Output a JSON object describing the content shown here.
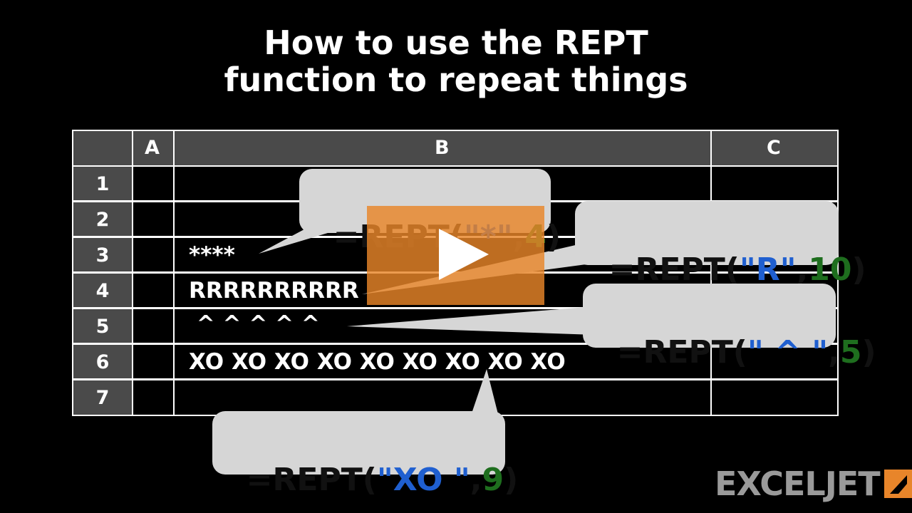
{
  "title": {
    "line1": "How to use the REPT",
    "line2": "function to repeat things"
  },
  "sheet": {
    "columns": [
      "A",
      "B",
      "C"
    ],
    "rows": [
      "1",
      "2",
      "3",
      "4",
      "5",
      "6",
      "7"
    ],
    "cells_b": {
      "r3": "****",
      "r4": "RRRRRRRRRR",
      "r5": " ^ ^ ^ ^ ^",
      "r6": "XO XO XO XO XO XO XO XO XO"
    }
  },
  "callouts": {
    "c1": {
      "prefix": "=REPT(",
      "str": "\"*\"",
      "comma": ",",
      "num": "4",
      "suffix": ")"
    },
    "c2": {
      "prefix": "=REPT(",
      "str": "\"R\"",
      "comma": ",",
      "num": "10",
      "suffix": ")"
    },
    "c3": {
      "prefix": "=REPT(",
      "str": "\" ^ \"",
      "comma": ",",
      "num": "5",
      "suffix": ")"
    },
    "c4": {
      "prefix": "=REPT(",
      "str": "\"XO \"",
      "comma": ",",
      "num": "9",
      "suffix": ")"
    }
  },
  "colors": {
    "string": "#1f5fd0",
    "number": "#1e6e1e",
    "callout_bg": "#d6d6d6",
    "play_overlay": "#e8852a",
    "header_bg": "#4a4a4a"
  },
  "logo": {
    "text": "EXCELJET",
    "icon": "exceljet-logo-icon"
  },
  "video": {
    "icon": "play-icon"
  }
}
